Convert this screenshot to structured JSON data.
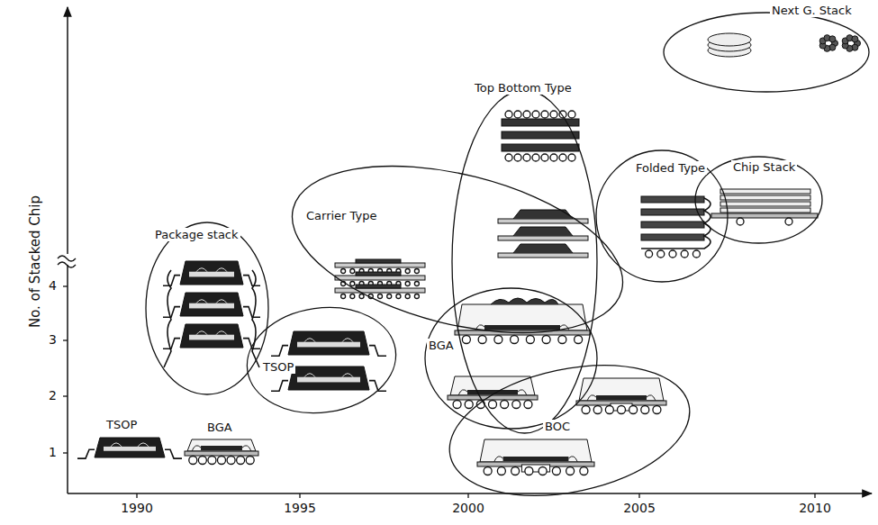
{
  "diagram": {
    "nodes": [
      {
        "text": [
          "Package stack"
        ]
      },
      {
        "text": [
          "TSOP"
        ]
      },
      {
        "text": [
          "Carrier Type"
        ]
      },
      {
        "text": [
          "Top Bottom Type"
        ]
      },
      {
        "text": [
          "BGA"
        ]
      },
      {
        "text": [
          "Folded Type"
        ]
      },
      {
        "text": [
          "Chip Stack"
        ]
      },
      {
        "text": [
          "Next G. Stack"
        ]
      },
      {
        "text": [
          "BOC"
        ]
      }
    ],
    "labels": [
      "TSOP",
      "BGA",
      "No. of Stacked Chip",
      "1",
      "2",
      "3",
      "4",
      "1990",
      "1995",
      "2000",
      "2005",
      "2010"
    ]
  }
}
